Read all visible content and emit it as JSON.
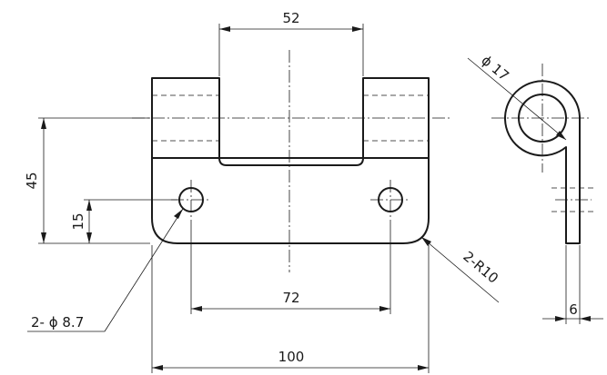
{
  "dimensions": {
    "width_top_slot": "52",
    "height_overall": "45",
    "hole_height": "15",
    "hole_spacing": "72",
    "width_overall": "100",
    "holes": "2- ϕ 8.7",
    "corner_radius": "2-R10",
    "curl_diameter": "ϕ 17",
    "thickness": "6"
  }
}
